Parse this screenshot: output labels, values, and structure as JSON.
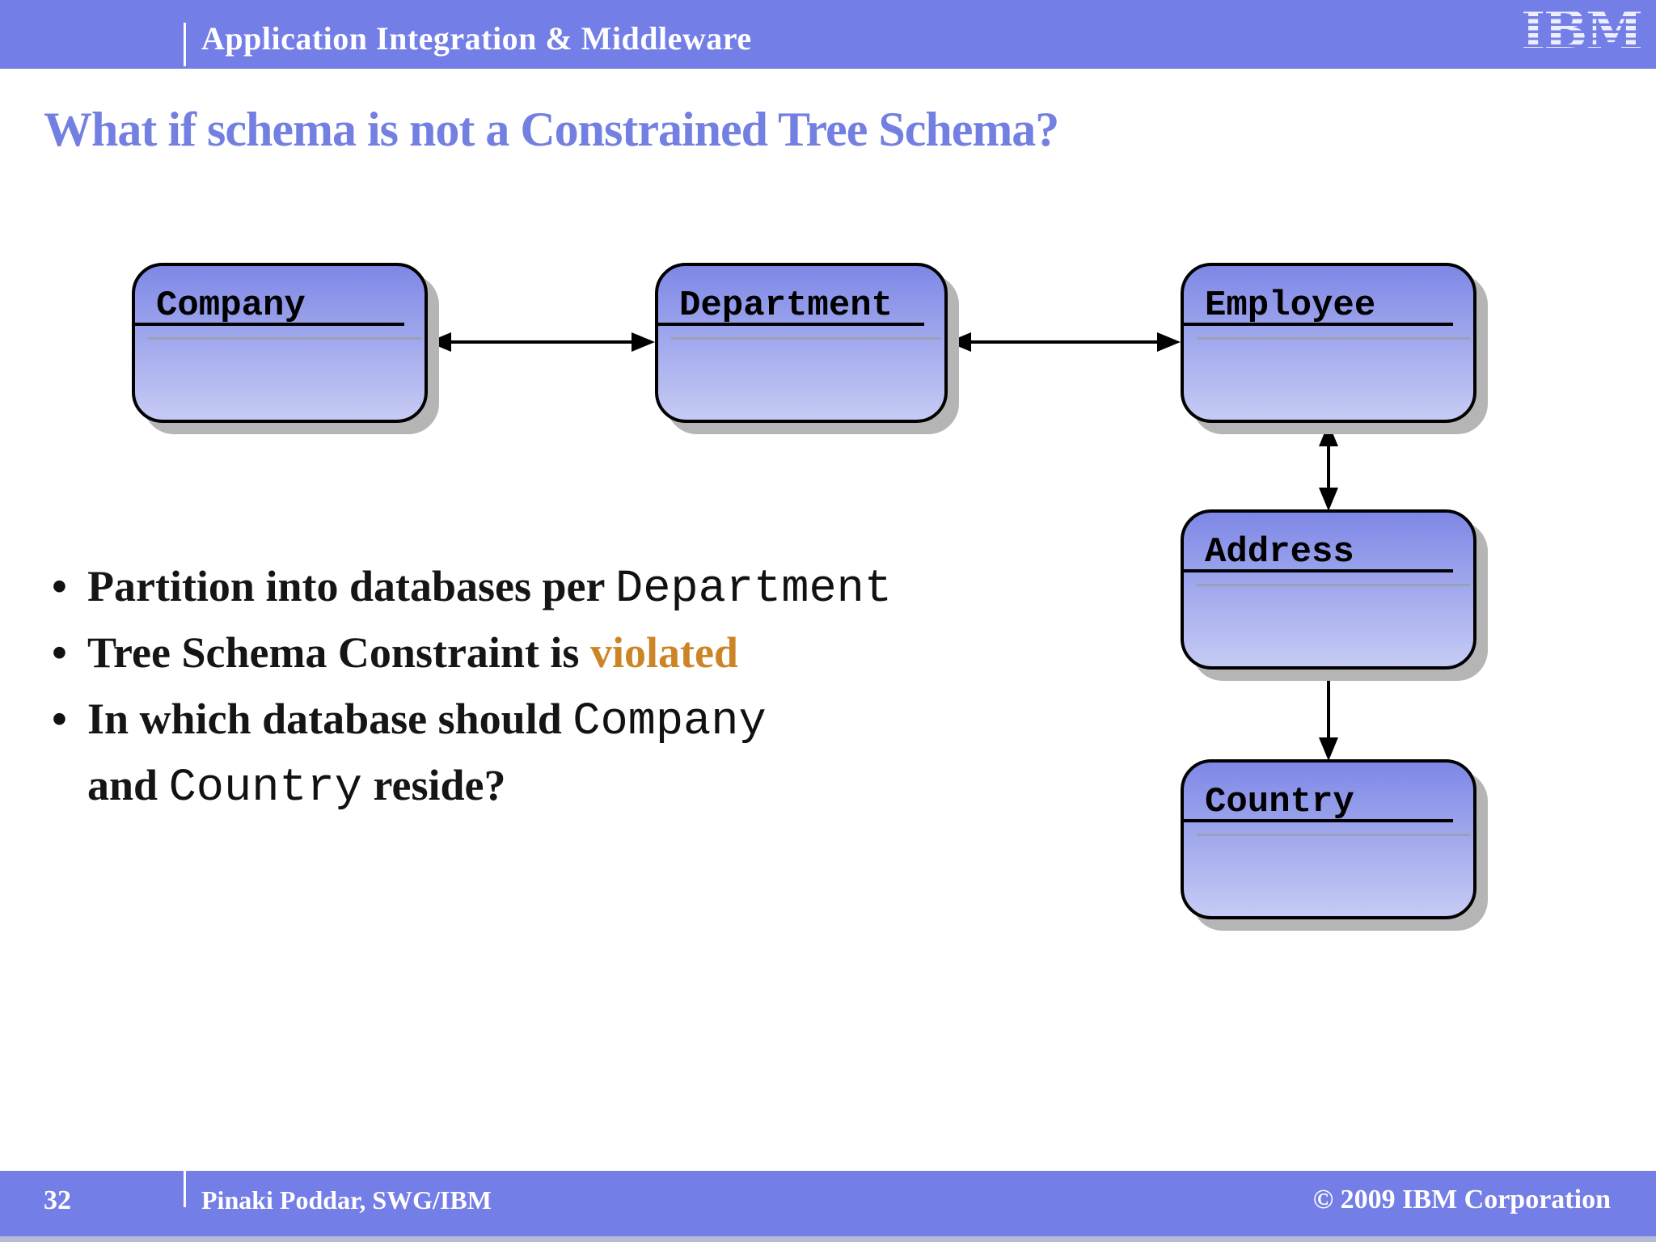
{
  "header": {
    "title": "Application Integration & Middleware",
    "logo_text": "IBM"
  },
  "slide_title": "What if schema is not a Constrained Tree Schema?",
  "diagram": {
    "entities": [
      {
        "label": "Company"
      },
      {
        "label": "Department"
      },
      {
        "label": "Employee"
      },
      {
        "label": "Address"
      },
      {
        "label": "Country"
      }
    ],
    "relationships": [
      {
        "from": "Company",
        "to": "Department",
        "arrows": "both"
      },
      {
        "from": "Department",
        "to": "Employee",
        "arrows": "both"
      },
      {
        "from": "Employee",
        "to": "Address",
        "arrows": "both"
      },
      {
        "from": "Address",
        "to": "Country",
        "arrows": "to"
      }
    ]
  },
  "bullet_char": "•",
  "bullets": [
    {
      "segments": [
        {
          "text": "Partition into databases per ",
          "style": "serif-bold"
        },
        {
          "text": "Department",
          "style": "mono"
        }
      ]
    },
    {
      "segments": [
        {
          "text": "Tree Schema Constraint is ",
          "style": "serif-bold"
        },
        {
          "text": "violated",
          "style": "accent-orange"
        }
      ]
    },
    {
      "segments": [
        {
          "text": "In which database should ",
          "style": "serif-bold"
        },
        {
          "text": "Company",
          "style": "mono"
        }
      ]
    },
    {
      "continuation": true,
      "segments": [
        {
          "text": "and ",
          "style": "serif-bold"
        },
        {
          "text": "Country",
          "style": "mono"
        },
        {
          "text": " reside?",
          "style": "serif-bold"
        }
      ]
    }
  ],
  "footer": {
    "page_number": "32",
    "author": "Pinaki Poddar, SWG/IBM",
    "copyright": "© 2009 IBM Corporation"
  },
  "colors": {
    "bar_blue": "#747ee7",
    "title_blue": "#7380e2",
    "box_gradient_top": "#7e88e6",
    "box_gradient_bottom": "#c6cbf4",
    "accent_orange": "#cc8526",
    "shadow_gray": "#b5b5b5"
  }
}
